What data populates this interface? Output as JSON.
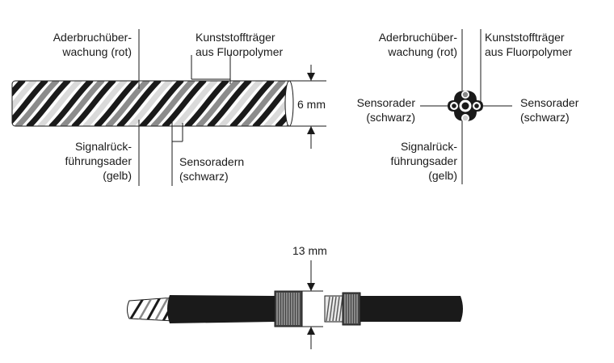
{
  "side_view": {
    "label_alarm": [
      "Aderbruchüber-",
      "wachung (rot)"
    ],
    "label_carrier": [
      "Kunststoffträger",
      "aus Fluorpolymer"
    ],
    "label_return": [
      "Signalrück-",
      "führungsader",
      "(gelb)"
    ],
    "label_sensors": [
      "Sensoradern",
      "(schwarz)"
    ],
    "diameter": "6 mm"
  },
  "cross_section": {
    "label_alarm": [
      "Aderbruchüber-",
      "wachung (rot)"
    ],
    "label_carrier": [
      "Kunststoffträger",
      "aus Fluorpolymer"
    ],
    "label_sensor_left": [
      "Sensorader",
      "(schwarz)"
    ],
    "label_sensor_right": [
      "Sensorader",
      "(schwarz)"
    ],
    "label_return": [
      "Signalrück-",
      "führungsader",
      "(gelb)"
    ]
  },
  "connector_view": {
    "diameter": "13 mm"
  }
}
